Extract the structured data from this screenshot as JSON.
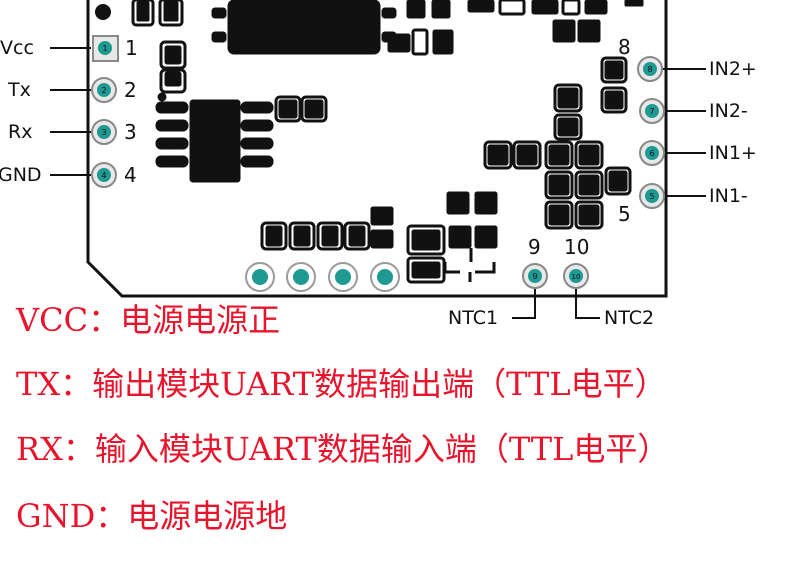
{
  "left_pins": [
    {
      "label": "Vcc",
      "num": "1",
      "dot": "1"
    },
    {
      "label": "Tx",
      "num": "2",
      "dot": "2"
    },
    {
      "label": "Rx",
      "num": "3",
      "dot": "3"
    },
    {
      "label": "GND",
      "num": "4",
      "dot": "4"
    }
  ],
  "right_pins": [
    {
      "label": "IN2+",
      "dot": "8"
    },
    {
      "label": "IN2-",
      "dot": "7"
    },
    {
      "label": "IN1+",
      "dot": "6"
    },
    {
      "label": "IN1-",
      "dot": "5"
    }
  ],
  "right_nums": {
    "top": "8",
    "bottom": "5"
  },
  "ntc": {
    "num1": "9",
    "num2": "10",
    "dot1": "9",
    "dot2": "10",
    "label1": "NTC1",
    "label2": "NTC2"
  },
  "descriptions": [
    "VCC：电源电源正",
    "TX：输出模块UART数据输出端（TTL电平）",
    "RX：输入模块UART数据输入端（TTL电平）",
    "GND：电源电源地"
  ],
  "colors": {
    "pin_teal": "#1e9a93",
    "pin_ring": "#9a9a9a",
    "outline": "#111111",
    "description_red": "#e8142c"
  }
}
